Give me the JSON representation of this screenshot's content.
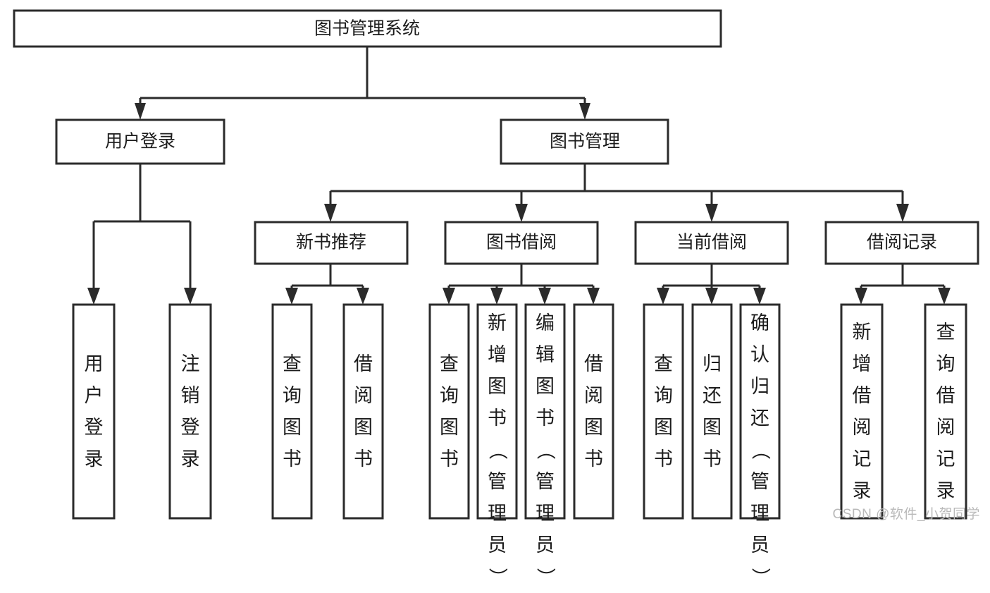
{
  "diagram": {
    "type": "tree-hierarchy",
    "title": "图书管理系统",
    "root": {
      "id": "root",
      "label": "图书管理系统",
      "orientation": "horizontal"
    },
    "level2": [
      {
        "id": "user-login",
        "label": "用户登录",
        "orientation": "horizontal"
      },
      {
        "id": "book-manage",
        "label": "图书管理",
        "orientation": "horizontal"
      }
    ],
    "level3": [
      {
        "id": "new-book-rec",
        "label": "新书推荐",
        "orientation": "horizontal",
        "parent": "book-manage"
      },
      {
        "id": "book-borrow",
        "label": "图书借阅",
        "orientation": "horizontal",
        "parent": "book-manage"
      },
      {
        "id": "current-borrow",
        "label": "当前借阅",
        "orientation": "horizontal",
        "parent": "book-manage"
      },
      {
        "id": "borrow-record",
        "label": "借阅记录",
        "orientation": "horizontal",
        "parent": "book-manage"
      }
    ],
    "leaves": [
      {
        "id": "leaf-user-login",
        "label": "用户登录",
        "orientation": "vertical",
        "parent": "user-login"
      },
      {
        "id": "leaf-logout",
        "label": "注销登录",
        "orientation": "vertical",
        "parent": "user-login"
      },
      {
        "id": "leaf-query-book-1",
        "label": "查询图书",
        "orientation": "vertical",
        "parent": "new-book-rec"
      },
      {
        "id": "leaf-borrow-book-1",
        "label": "借阅图书",
        "orientation": "vertical",
        "parent": "new-book-rec"
      },
      {
        "id": "leaf-query-book-2",
        "label": "查询图书",
        "orientation": "vertical",
        "parent": "book-borrow"
      },
      {
        "id": "leaf-add-book",
        "label": "新增图书（管理员）",
        "orientation": "vertical",
        "parent": "book-borrow"
      },
      {
        "id": "leaf-edit-book",
        "label": "编辑图书（管理员）",
        "orientation": "vertical",
        "parent": "book-borrow"
      },
      {
        "id": "leaf-borrow-book-2",
        "label": "借阅图书",
        "orientation": "vertical",
        "parent": "book-borrow"
      },
      {
        "id": "leaf-query-book-3",
        "label": "查询图书",
        "orientation": "vertical",
        "parent": "current-borrow"
      },
      {
        "id": "leaf-return-book",
        "label": "归还图书",
        "orientation": "vertical",
        "parent": "current-borrow"
      },
      {
        "id": "leaf-confirm-return",
        "label": "确认归还（管理员）",
        "orientation": "vertical",
        "parent": "current-borrow"
      },
      {
        "id": "leaf-add-record",
        "label": "新增借阅记录",
        "orientation": "vertical",
        "parent": "borrow-record"
      },
      {
        "id": "leaf-query-record",
        "label": "查询借阅记录",
        "orientation": "vertical",
        "parent": "borrow-record"
      }
    ],
    "colors": {
      "stroke": "#2b2b2b",
      "fill": "#ffffff",
      "text": "#1c1c1c",
      "watermark": "#b9b9b9"
    }
  },
  "watermark": {
    "text": "CSDN @软件_小贺同学"
  }
}
